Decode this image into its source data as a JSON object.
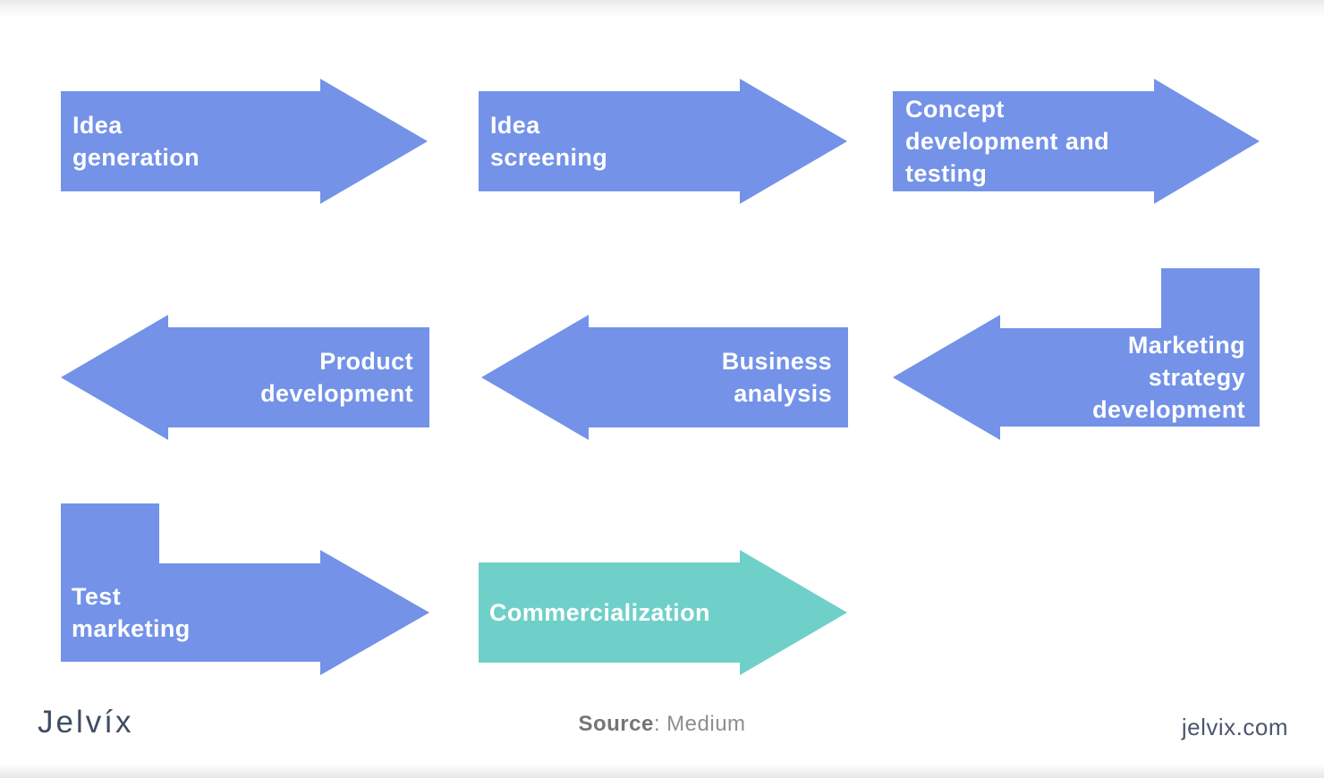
{
  "colors": {
    "arrow_blue": "#7392E8",
    "arrow_teal": "#6FD0C9",
    "label_white": "#FFFFFF",
    "logo_navy": "#3E4C63",
    "source_label_gray": "#757575",
    "source_value_gray": "#8E8E8E",
    "website_navy": "#4A5670"
  },
  "steps": [
    {
      "label": "Idea generation",
      "lines": [
        "Idea",
        "generation"
      ],
      "direction": "right",
      "color": "#7392E8"
    },
    {
      "label": "Idea screening",
      "lines": [
        "Idea",
        "screening"
      ],
      "direction": "right",
      "color": "#7392E8"
    },
    {
      "label": "Concept development and testing",
      "lines": [
        "Concept",
        "development and",
        "testing"
      ],
      "direction": "right",
      "color": "#7392E8"
    },
    {
      "label": "Marketing strategy development",
      "lines": [
        "Marketing",
        "strategy",
        "development"
      ],
      "direction": "left",
      "color": "#7392E8"
    },
    {
      "label": "Business analysis",
      "lines": [
        "Business",
        "analysis"
      ],
      "direction": "left",
      "color": "#7392E8"
    },
    {
      "label": "Product development",
      "lines": [
        "Product",
        "development"
      ],
      "direction": "left",
      "color": "#7392E8"
    },
    {
      "label": "Test marketing",
      "lines": [
        "Test",
        "marketing"
      ],
      "direction": "right",
      "color": "#7392E8"
    },
    {
      "label": "Commercialization",
      "lines": [
        "Commercialization"
      ],
      "direction": "right",
      "color": "#6FD0C9"
    }
  ],
  "footer": {
    "logo": "Jelvíx",
    "source_label": "Source",
    "source_separator": ": ",
    "source_value": "Medium",
    "website": "jelvix.com"
  }
}
